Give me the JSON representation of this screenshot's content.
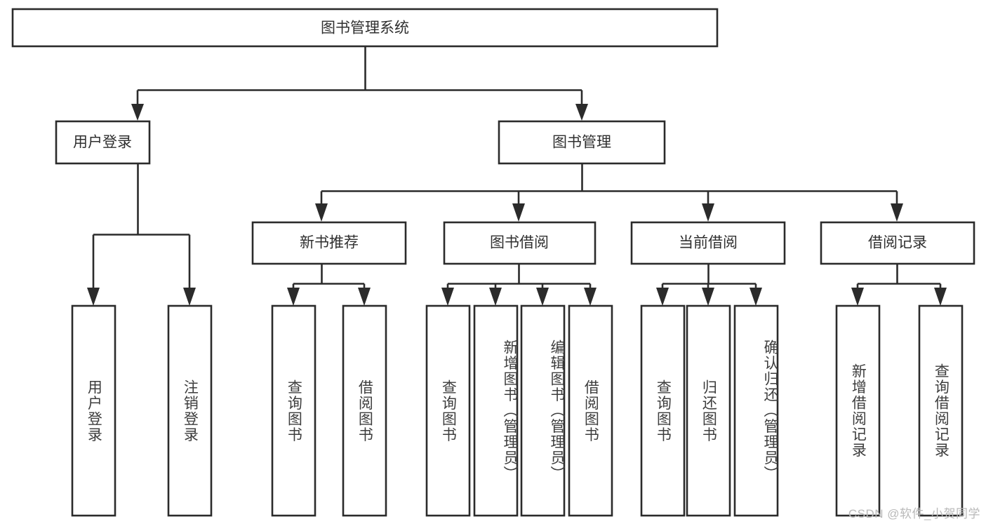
{
  "diagram": {
    "type": "hierarchy-tree",
    "title": "图书管理系统",
    "orientation": "top-down",
    "watermark": "CSDN @软件_小贺同学",
    "colors": {
      "stroke": "#2b2b2b",
      "box_fill": "#ffffff",
      "text": "#3a3a3a",
      "background": "#ffffff",
      "watermark": "#b9b9b9"
    },
    "root": {
      "label": "图书管理系统"
    },
    "level2": [
      {
        "label": "用户登录"
      },
      {
        "label": "图书管理"
      }
    ],
    "level3": [
      {
        "label": "新书推荐"
      },
      {
        "label": "图书借阅"
      },
      {
        "label": "当前借阅"
      },
      {
        "label": "借阅记录"
      }
    ],
    "leaves": {
      "user_login": [
        {
          "label": "用户登录"
        },
        {
          "label": "注销登录"
        }
      ],
      "new_book_recommend": [
        {
          "label": "查询图书"
        },
        {
          "label": "借阅图书"
        }
      ],
      "book_borrow": [
        {
          "label": "查询图书"
        },
        {
          "label": "新增图书（管理员）"
        },
        {
          "label": "编辑图书（管理员）"
        },
        {
          "label": "借阅图书"
        }
      ],
      "current_borrow": [
        {
          "label": "查询图书"
        },
        {
          "label": "归还图书"
        },
        {
          "label": "确认归还（管理员）"
        }
      ],
      "borrow_record": [
        {
          "label": "新增借阅记录"
        },
        {
          "label": "查询借阅记录"
        }
      ]
    }
  }
}
